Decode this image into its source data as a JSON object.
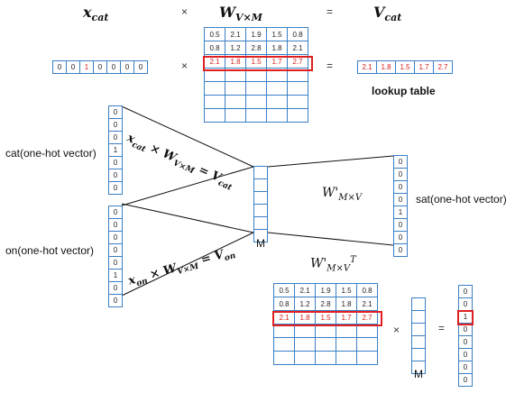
{
  "header": {
    "x_cat": "x",
    "x_cat_sub": "cat",
    "times": "×",
    "w": "W",
    "w_sub": "V×M",
    "equals": "=",
    "v": "V",
    "v_sub": "cat"
  },
  "onehot_row": [
    "0",
    "0",
    "1",
    "0",
    "0",
    "0",
    "0"
  ],
  "weight_matrix": {
    "rows": [
      [
        "0.5",
        "2.1",
        "1.9",
        "1.5",
        "0.8"
      ],
      [
        "0.8",
        "1.2",
        "2.8",
        "1.8",
        "2.1"
      ],
      [
        "2.1",
        "1.8",
        "1.5",
        "1.7",
        "2.7"
      ],
      [
        "",
        "",
        "",
        "",
        ""
      ],
      [
        "",
        "",
        "",
        "",
        ""
      ],
      [
        "",
        "",
        "",
        "",
        ""
      ],
      [
        "",
        "",
        "",
        "",
        ""
      ]
    ],
    "highlight_row": 2
  },
  "result_row": [
    "2.1",
    "1.8",
    "1.5",
    "1.7",
    "2.7"
  ],
  "lookup_label": "lookup table",
  "cat_vector": [
    "0",
    "0",
    "0",
    "1",
    "0",
    "0",
    "0"
  ],
  "cat_label": "cat(one-hot vector)",
  "on_vector": [
    "0",
    "0",
    "0",
    "0",
    "0",
    "1",
    "0",
    "0"
  ],
  "on_label": "on(one-hot vector)",
  "sat_vector": [
    "0",
    "0",
    "0",
    "0",
    "1",
    "0",
    "0",
    "0"
  ],
  "sat_label": "sat(one-hot vector)",
  "hidden_label": "M",
  "eq_cat": "x cat × W V×M = V cat",
  "eq_on": "x on × W V×M = V on",
  "w_prime": "W' M×V",
  "w_prime_t": "W' M×V",
  "w_prime_t_sup": "T",
  "bottom_matrix": {
    "rows": [
      [
        "0.5",
        "2.1",
        "1.9",
        "1.5",
        "0.8"
      ],
      [
        "0.8",
        "1.2",
        "2.8",
        "1.8",
        "2.1"
      ],
      [
        "2.1",
        "1.8",
        "1.5",
        "1.7",
        "2.7"
      ],
      [
        "",
        "",
        "",
        "",
        ""
      ],
      [
        "",
        "",
        "",
        "",
        ""
      ],
      [
        "",
        "",
        "",
        "",
        ""
      ]
    ],
    "highlight_row": 2
  },
  "bottom_times": "×",
  "bottom_equals": "=",
  "bottom_m_label": "M",
  "output_vector": [
    "0",
    "0",
    "1",
    "0",
    "0",
    "0",
    "0",
    "0"
  ],
  "output_highlight": 2,
  "colors": {
    "grid": "#3a7fc4",
    "highlight": "#e02020",
    "red_text": "#d62020"
  }
}
